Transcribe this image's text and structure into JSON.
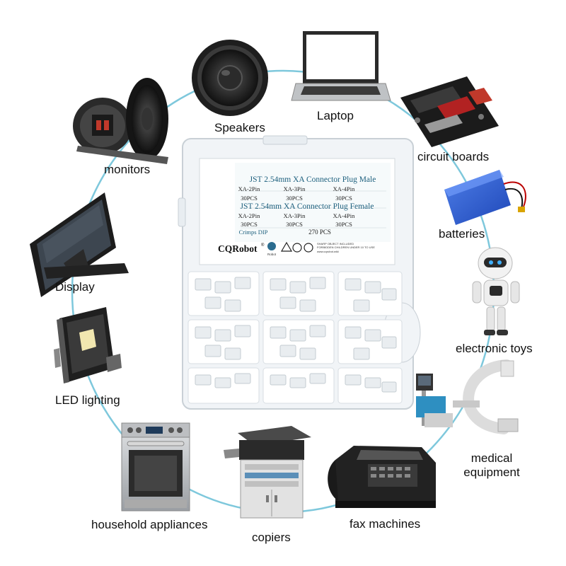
{
  "labels": {
    "speakers": "Speakers",
    "laptop": "Laptop",
    "monitors": "monitors",
    "circuit_boards": "circuit boards",
    "batteries": "batteries",
    "display": "Display",
    "electronic_toys": "electronic toys",
    "led_lighting": "LED lighting",
    "medical_line1": "medical",
    "medical_line2": "equipment",
    "household_appliances": "household appliances",
    "copiers": "copiers",
    "fax_machines": "fax machines"
  },
  "box_label": {
    "title_male": "JST 2.54mm XA Connector Plug Male",
    "title_female": "JST 2.54mm XA Connector Plug Female",
    "pins": [
      "XA-2Pin",
      "XA-3Pin",
      "XA-4Pin"
    ],
    "qty": "30PCS",
    "crimps": "Crimps DIP",
    "total": "270 PCS",
    "brand": "CQRobot",
    "registered": "®",
    "robot_mark": "Robot",
    "warning_line1": "SHARP OBJECT INCLUDED",
    "warning_line2": "FORBIDDEN CHILDREN UNDER 10 TO USE",
    "website": "www.cqrobot.wiki"
  },
  "colors": {
    "connector_line": "#7ec8dc",
    "label_title": "#1c5f7d"
  }
}
